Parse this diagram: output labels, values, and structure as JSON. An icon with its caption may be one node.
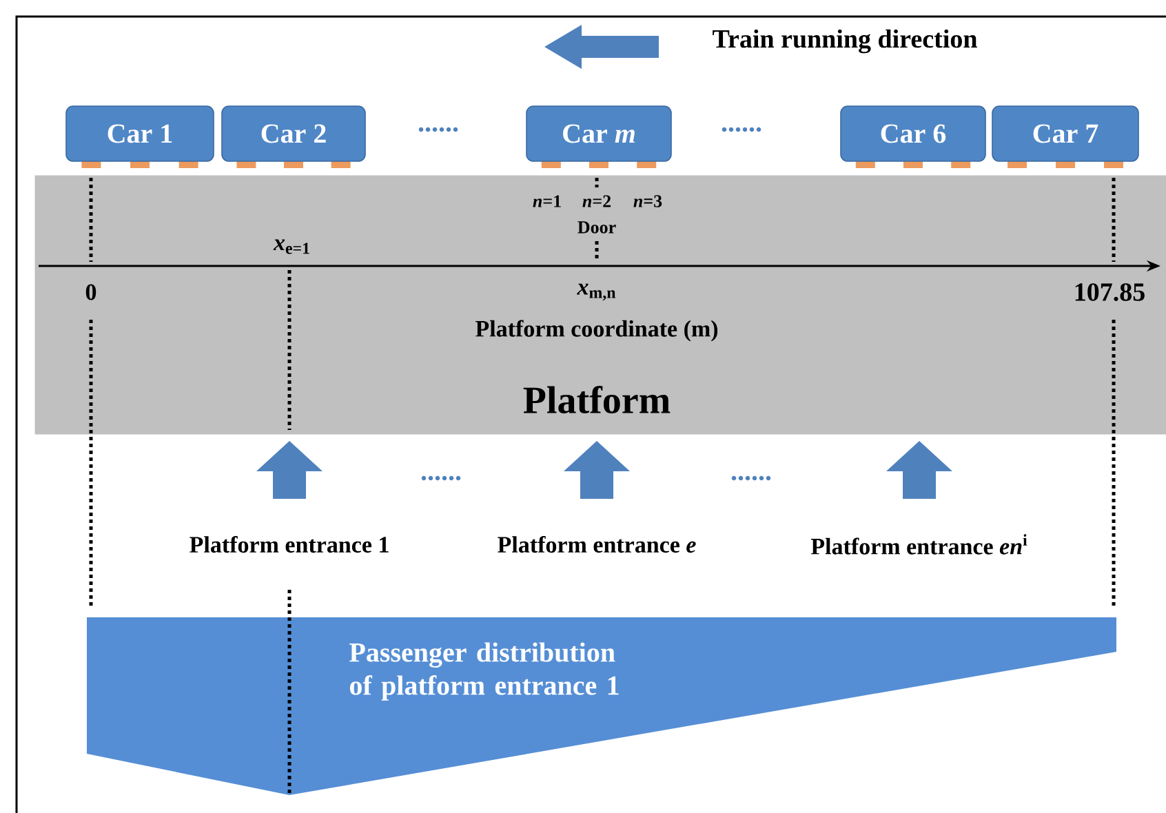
{
  "diagram": {
    "nodes": [
      {
        "text": [
          "Car 1"
        ]
      },
      {
        "text": [
          "Car 2"
        ]
      },
      {
        "text": [
          "Car *m*"
        ]
      },
      {
        "text": [
          "Car 6"
        ]
      },
      {
        "text": [
          "Car 7"
        ]
      },
      {
        "text": [
          "Platform"
        ]
      },
      {
        "text": [
          "Passenger distribution of platform entrance 1"
        ]
      }
    ],
    "labels": [
      "Train running direction",
      "......",
      "......",
      "*n*=1",
      "*n*=2",
      "*n*=3",
      "Door",
      "*x*$_{e=1}$",
      "0",
      "*x*$_{m,n}$",
      "107.85",
      "Platform coordinate (m)",
      "......",
      "......",
      "Platform entrance 1",
      "Platform entrance *e*",
      "Platform entrance *en*$^{i}$"
    ]
  }
}
